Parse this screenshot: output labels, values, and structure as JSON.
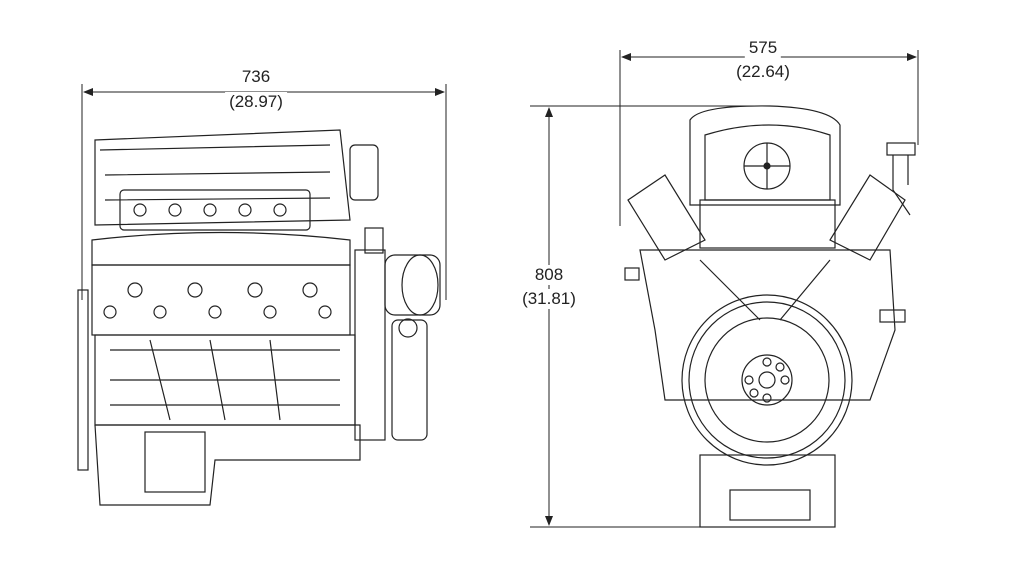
{
  "side_view": {
    "width_mm": "736",
    "width_in": "(28.97)"
  },
  "front_view": {
    "width_mm": "575",
    "width_in": "(22.64)",
    "height_mm": "808",
    "height_in": "(31.81)"
  },
  "colors": {
    "line": "#222222",
    "background": "#ffffff"
  }
}
